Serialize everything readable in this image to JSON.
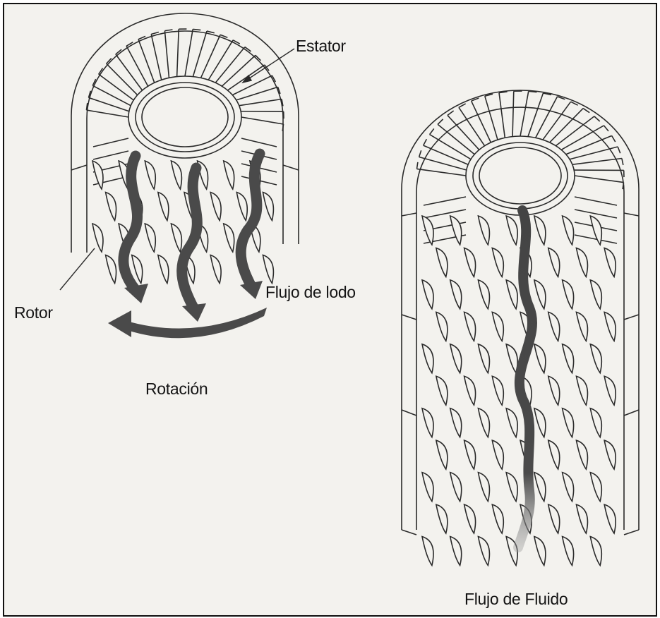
{
  "labels": {
    "estator": "Estator",
    "rotor": "Rotor",
    "flujo_lodo": "Flujo de lodo",
    "rotacion": "Rotación",
    "flujo_fluido": "Flujo de Fluido"
  },
  "colors": {
    "background": "#f3f2ee",
    "line": "#2a2a2a",
    "flow_arrow": "#4a4a4a",
    "border": "#111111"
  }
}
